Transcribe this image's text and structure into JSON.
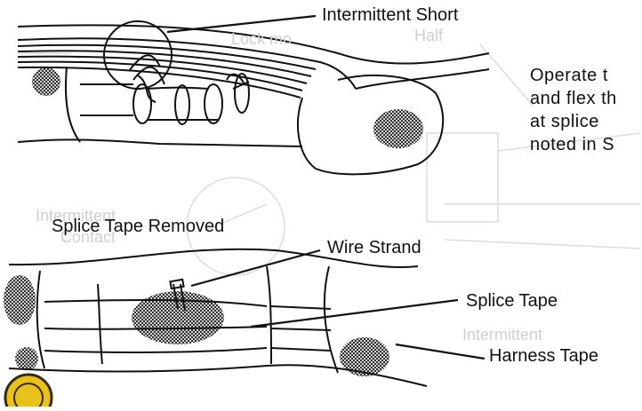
{
  "labels": {
    "intermittent_short": "Intermittent Short",
    "splice_tape_removed": "Splice Tape Removed",
    "wire_strand": "Wire Strand",
    "splice_tape": "Splice Tape",
    "harness_tape": "Harness Tape"
  },
  "instruction_lines": [
    "Operate t",
    "and flex th",
    "at   splice",
    "noted in S"
  ],
  "background_faint_text": {
    "half": "Half",
    "lock_1": "Lock mo",
    "intermittent_contact_1": "Intermittent",
    "intermittent_contact_2": "Contact",
    "intermittent_lower": "Intermittent"
  },
  "colors": {
    "ink": "#111111",
    "ghost": "#cfcfcf",
    "badge_gold": "#e8c21a",
    "badge_dark": "#3a2a00"
  }
}
